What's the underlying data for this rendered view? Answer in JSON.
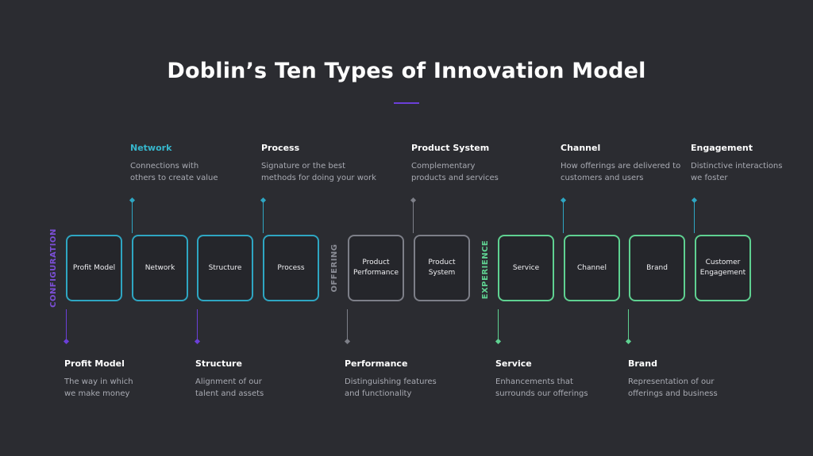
{
  "title": "Doblin’s Ten Types of Innovation Model",
  "groups": {
    "configuration": "CONFIGURATION",
    "offering": "OFFERING",
    "experience": "EXPERIENCE"
  },
  "boxes": [
    {
      "label": "Profit Model"
    },
    {
      "label": "Network"
    },
    {
      "label": "Structure"
    },
    {
      "label": "Process"
    },
    {
      "label": "Product Performance"
    },
    {
      "label": "Product System"
    },
    {
      "label": "Service"
    },
    {
      "label": "Channel"
    },
    {
      "label": "Brand"
    },
    {
      "label": "Customer Engagement"
    }
  ],
  "top_descriptions": [
    {
      "title": "Network",
      "line1": "Connections with",
      "line2": "others to create value"
    },
    {
      "title": "Process",
      "line1": "Signature or the best",
      "line2": "methods for doing your work"
    },
    {
      "title": "Product System",
      "line1": "Complementary",
      "line2": "products and services"
    },
    {
      "title": "Channel",
      "line1": "How offerings are delivered to",
      "line2": "customers and users"
    },
    {
      "title": "Engagement",
      "line1": "Distinctive interactions",
      "line2": "we foster"
    }
  ],
  "bottom_descriptions": [
    {
      "title": "Profit Model",
      "line1": "The way in which",
      "line2": "we make money"
    },
    {
      "title": "Structure",
      "line1": "Alignment of our",
      "line2": "talent and assets"
    },
    {
      "title": "Performance",
      "line1": "Distinguishing features",
      "line2": "and functionality"
    },
    {
      "title": "Service",
      "line1": "Enhancements that",
      "line2": "surrounds our offerings"
    },
    {
      "title": "Brand",
      "line1": "Representation of our",
      "line2": "offerings and business"
    }
  ],
  "colors": {
    "configuration": "#2ea6c2",
    "configuration_label": "#7c4fd8",
    "offering": "#7d7f88",
    "experience": "#5fd191",
    "accent": "#6b3fd8"
  }
}
